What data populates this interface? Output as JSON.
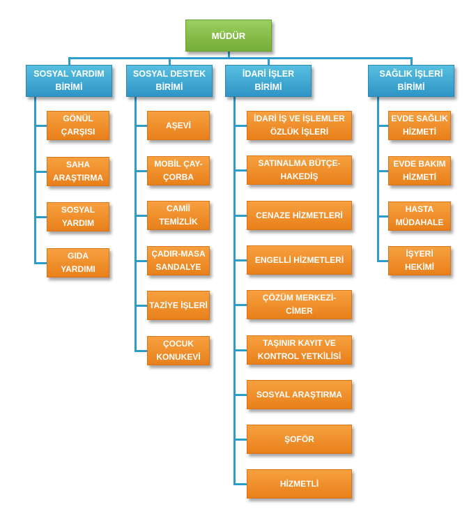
{
  "root": {
    "label": "MÜDÜR"
  },
  "units": [
    {
      "label": "SOSYAL YARDIM\nBİRİMİ",
      "children": [
        "GÖNÜL\nÇARŞISI",
        "SAHA\nARAŞTIRMA",
        "SOSYAL\nYARDIM",
        "GIDA\nYARDIMI"
      ]
    },
    {
      "label": "SOSYAL DESTEK\nBİRİMİ",
      "children": [
        "AŞEVİ",
        "MOBİL ÇAY-\nÇORBA",
        "CAMİİ\nTEMİZLİK",
        "ÇADIR-MASA\nSANDALYE",
        "TAZİYE İŞLERİ",
        "ÇOCUK\nKONUKEVİ"
      ]
    },
    {
      "label": "İDARİ İŞLER\nBİRİMİ",
      "children": [
        "İDARİ İŞ VE İŞLEMLER\nÖZLÜK İŞLERİ",
        "SATINALMA BÜTÇE-\nHAKEDİŞ",
        "CENAZE HİZMETLERİ",
        "ENGELLİ HİZMETLERİ",
        "ÇÖZÜM MERKEZİ-\nCİMER",
        "TAŞINIR KAYIT VE\nKONTROL YETKİLİSİ",
        "SOSYAL ARAŞTIRMA",
        "ŞOFÖR",
        "HİZMETLİ"
      ]
    },
    {
      "label": "SAĞLIK İŞLERİ\nBİRİMİ",
      "children": [
        "EVDE SAĞLIK\nHİZMETİ",
        "EVDE BAKIM\nHİZMETİ",
        "HASTA\nMÜDAHALE",
        "İŞYERİ\nHEKİMİ"
      ]
    }
  ],
  "colors": {
    "root": "#7fb844",
    "unit": "#3aa8d8",
    "item": "#f08c24",
    "connector": "#2c9ccc"
  }
}
